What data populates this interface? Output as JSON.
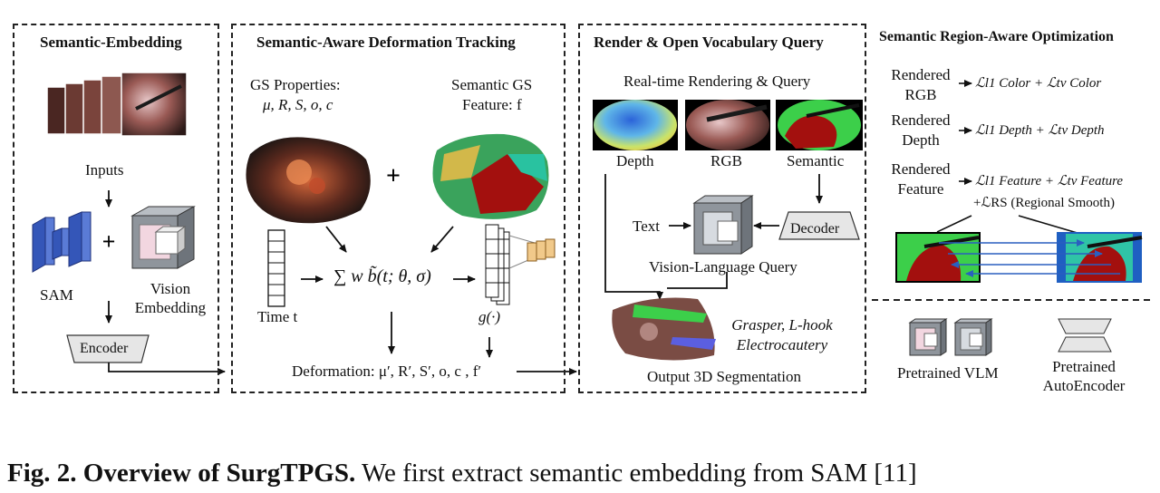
{
  "panels": {
    "semantic_embedding": {
      "title": "Semantic-Embedding",
      "inputs": "Inputs",
      "sam": "SAM",
      "vision_embedding": "Vision\nEmbedding",
      "encoder": "Encoder"
    },
    "deformation": {
      "title": "Semantic-Aware Deformation Tracking",
      "gs_properties": "GS Properties:",
      "gs_vars": "μ, R, S, o, c",
      "semantic_gs": "Semantic GS",
      "feature": "Feature: f",
      "time": "Time t",
      "formula": "∑ w b̃(t; θ, σ)",
      "g": "g(·)",
      "deformation": "Deformation: μ′, R′, S′, o, c , f′"
    },
    "render": {
      "title": "Render & Open Vocabulary Query",
      "realtime": "Real-time Rendering & Query",
      "depth": "Depth",
      "rgb": "RGB",
      "semantic": "Semantic",
      "text": "Text",
      "decoder": "Decoder",
      "vlq": "Vision-Language Query",
      "classes": "Grasper, L-hook\nElectrocautery",
      "output": "Output 3D Segmentation"
    },
    "optimization": {
      "title": "Semantic Region-Aware Optimization",
      "rendered_rgb": "Rendered\nRGB",
      "eq_rgb": "ℒl1 Color + ℒtv Color",
      "rendered_depth": "Rendered\nDepth",
      "eq_depth": "ℒl1 Depth + ℒtv Depth",
      "rendered_feature": "Rendered\nFeature",
      "eq_feature": "ℒl1 Feature + ℒtv Feature",
      "eq_rs": "+ℒRS (Regional Smooth)",
      "pretrained_vlm": "Pretrained VLM",
      "pretrained_ae": "Pretrained\nAutoEncoder"
    }
  },
  "caption": {
    "bold": "Fig. 2. Overview of SurgTPGS.",
    "rest": " We first extract semantic embedding from SAM [11]"
  },
  "colors": {
    "sam_blue": "#3456b8",
    "cube_gray": "#8f959c",
    "cube_pink": "#f2d6e0",
    "trapezoid_gray": "#e6e6e6",
    "seg_red": "#a3100e",
    "seg_green": "#3ccf4a",
    "arrow_blue": "#2a5fbf"
  }
}
